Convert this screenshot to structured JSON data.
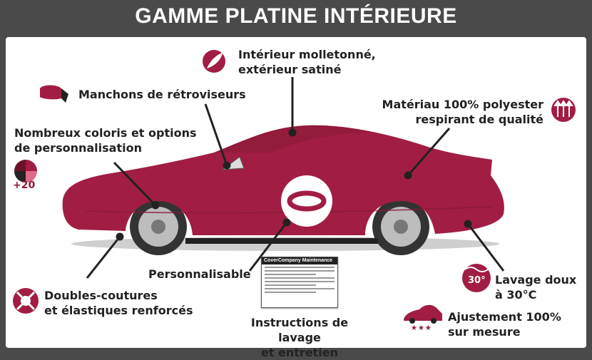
{
  "title": "GAMME PLATINE INTÉRIEURE",
  "labels": {
    "interior": [
      "Intérieur molletonné,",
      "extérieur satiné"
    ],
    "mirrors": "Manchons de rétroviseurs",
    "polyester": [
      "Matériau 100% polyester",
      "respirant de qualité"
    ],
    "colors": [
      "Nombreux coloris et options",
      "de personnalisation"
    ],
    "personal": "Personnalisable",
    "seams": [
      "Doubles-coutures",
      "et élastiques renforcés"
    ],
    "wash_instructions": [
      "Instructions de lavage",
      "et entretien"
    ],
    "wash": [
      "Lavage doux",
      "à 30°C"
    ],
    "fit": [
      "Ajustement 100%",
      "sur mesure"
    ]
  },
  "badges": {
    "plus_colors": "+20",
    "temperature": "30°"
  },
  "care_label": {
    "header": "CoverCompany Maintenance"
  },
  "colors": {
    "brand": "#a11d43",
    "dark": "#4a4a4a"
  },
  "icons": [
    "feather-icon",
    "mirror-icon",
    "breathable-arrows-icon",
    "color-wheel-icon",
    "seam-icon",
    "wash-icon",
    "car-fit-icon"
  ]
}
